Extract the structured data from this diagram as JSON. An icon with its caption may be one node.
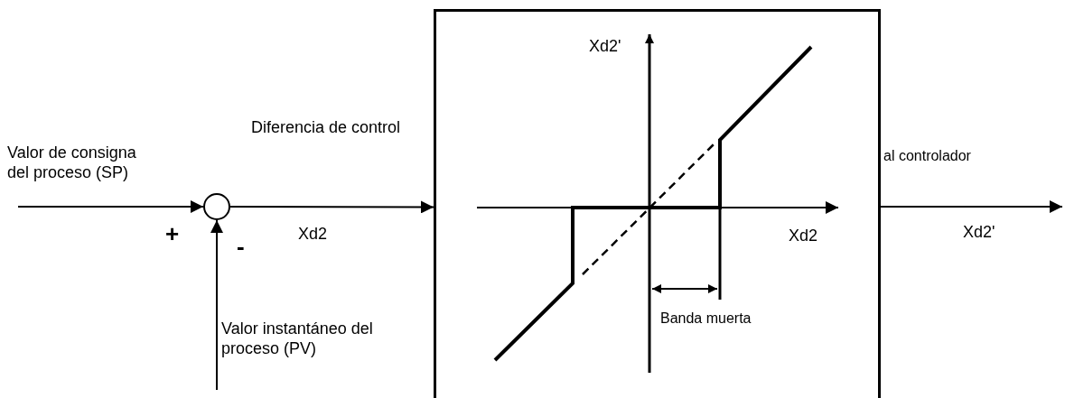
{
  "diagram": {
    "nodes": [
      {
        "text": [],
        "shape": "circle"
      },
      {
        "text": [],
        "shape": "box"
      }
    ],
    "edges": [
      {
        "from": null,
        "to": 0,
        "arrow": "to",
        "label": "Valor de consigna del proceso (SP)"
      },
      {
        "from": null,
        "to": 0,
        "arrow": "to",
        "label": "Valor instantáneo del proceso (PV)"
      },
      {
        "from": 0,
        "to": 1,
        "arrow": "to",
        "label": "Diferencia de control"
      },
      {
        "from": 1,
        "to": null,
        "arrow": "to",
        "label": "al controlador"
      }
    ],
    "labels": [
      "Xd2'",
      "+",
      "-",
      "Xd2",
      "Xd2",
      "Xd2'",
      "Banda muerta"
    ]
  }
}
